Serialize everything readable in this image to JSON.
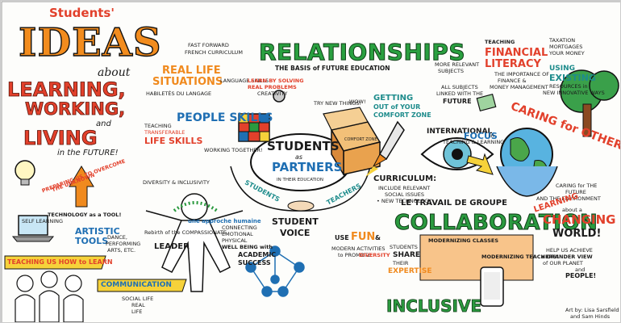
{
  "header": {
    "students_label": "Students'",
    "ideas": "IDEAS",
    "about": "about",
    "learning": "LEARNING,",
    "working": "WORKING,",
    "and": "and",
    "living": "LIVING",
    "in_the_future": "in the FUTURE!"
  },
  "center": {
    "students": "STUDENTS",
    "as": "as",
    "partners": "PARTNERS",
    "in_their_education": "IN THEIR EDUCATION",
    "arc_students": "STUDENTS",
    "arc_teachers": "TEACHERS"
  },
  "relationships": {
    "title": "RELATIONSHIPS",
    "subtitle": "THE BASIS of FUTURE EDUCATION"
  },
  "top_left": {
    "fast_forward": "FAST FORWARD",
    "french_curriculum": "FRENCH CURRICULUM",
    "real_life": "REAL LIFE",
    "situations": "SITUATIONS",
    "language_skills": "LANGUAGE SKILLS",
    "habiletes": "HABILETÉS DU LANGAGE",
    "people_skills": "PEOPLE SKILLS",
    "teaching": "TEACHING",
    "transferable": "TRANSFERABLE",
    "life_skills": "LIFE SKILLS",
    "working_together": "WORKING TOGETHER!",
    "diversity": "DIVERSITY & INCLUSIVITY",
    "learn_by_solving": "LEARN BY SOLVING",
    "real_problems": "REAL PROBLEMS",
    "creativity": "CREATIVITY"
  },
  "left_middle": {
    "preparing": "PREPARING US TO OVERCOME",
    "the_unknown": "THE UNKNOWN",
    "technology_tool": "TECHNOLOGY as a TOOL!",
    "self_learning": "SELF LEARNING",
    "artistic": "ARTISTIC",
    "tools": "TOOLS",
    "dance": "DANCE,",
    "performing": "PERFORMING",
    "arts": "ARTS, ETC.",
    "teaching_how": "TEACHING US HOW to LEARN"
  },
  "bottom_left": {
    "communication": "COMMUNICATION",
    "social_life": "SOCIAL LIFE",
    "real_life": "REAL",
    "life": "LIFE"
  },
  "figure": {
    "rebirth": "Rebirth of the COMPASSIONATE",
    "leader": "LEADER",
    "une_approche": "une approche humaine",
    "connecting": "CONNECTING",
    "emotional": "EMOTIONAL",
    "physics": "PHYSICAL",
    "well_being": "WELL BEING with",
    "academic": "ACADEMIC",
    "success": "SUCCESS"
  },
  "student_voice": {
    "student": "STUDENT",
    "voice": "VOICE"
  },
  "fun": {
    "use": "USE",
    "fun": "FUN",
    "and": "&",
    "modern": "MODERN ACTIVITIES",
    "to_promote": "to PROMOTE",
    "diversity": "DIVERSITY"
  },
  "comfort": {
    "try_new_things": "TRY NEW THINGS!",
    "wow": "WOW!",
    "getting": "GETTING",
    "out": "OUT of YOUR",
    "comfort_zone": "COMFORT ZONE",
    "box_label": "COMFORT ZONE"
  },
  "curriculum": {
    "title": "CURRICULUM:",
    "include": "INCLUDE RELEVANT",
    "social": "SOCIAL ISSUES",
    "new_tech": "• NEW TECHNOLOGY"
  },
  "subjects": {
    "more_relevant": "MORE RELEVANT",
    "subjects": "SUBJECTS",
    "all_subjects": "ALL SUBJECTS",
    "linked": "LINKED WITH THE",
    "future": "FUTURE"
  },
  "international": {
    "international": "INTERNATIONAL",
    "focus": "FOCUS",
    "in": "in",
    "teaching_learning": "TEACHING & LEARNING"
  },
  "financial": {
    "teaching": "TEACHING",
    "financial": "FINANCIAL",
    "literacy": "LITERACY",
    "importance": "THE IMPORTANCE OF",
    "finance": "FINANCE &",
    "money": "MONEY MANAGEMENT",
    "taxation": "TAXATION",
    "mortgages": "MORTGAGES",
    "your_money": "YOUR MONEY"
  },
  "existing": {
    "using": "USING",
    "existing": "EXISTING",
    "resources": "RESOURCES in",
    "new_ways": "NEW INNOVATIVE WAYS"
  },
  "caring": {
    "title": "CARING for OTHERS",
    "caring_future": "CARING for THE",
    "future": "FUTURE",
    "environment": "AND THE ENVIRONMENT"
  },
  "collaboration": {
    "le_travail": "LE TRAVAIL DE GROUPE",
    "title": "COLLABORATION",
    "students": "STUDENTS",
    "share": "SHARE",
    "their": "THEIR",
    "expertise": "EXPERTISE",
    "modernizing_classes": "MODERNIZING CLASSES",
    "modernizing_teachers": "MODERNIZING TEACHERS!",
    "inclusive": "INCLUSIVE"
  },
  "world": {
    "learning": "LEARNING",
    "about_a": "about a",
    "changing": "CHANGING",
    "world": "WORLD!",
    "help": "HELP US ACHIEVE",
    "grander": "a GRANDER VIEW",
    "of_our": "of OUR PLANET",
    "and": "and",
    "people": "PEOPLE!"
  },
  "credit": {
    "line1": "Art by: Lisa Sarsfield",
    "line2": "and Sam Hinds"
  },
  "colors": {
    "orange": "#f08a1e",
    "red": "#e2402b",
    "green": "#2b9a3f",
    "blue": "#1f6fb3",
    "teal": "#1e8c8c",
    "yellow": "#f6d23a"
  }
}
